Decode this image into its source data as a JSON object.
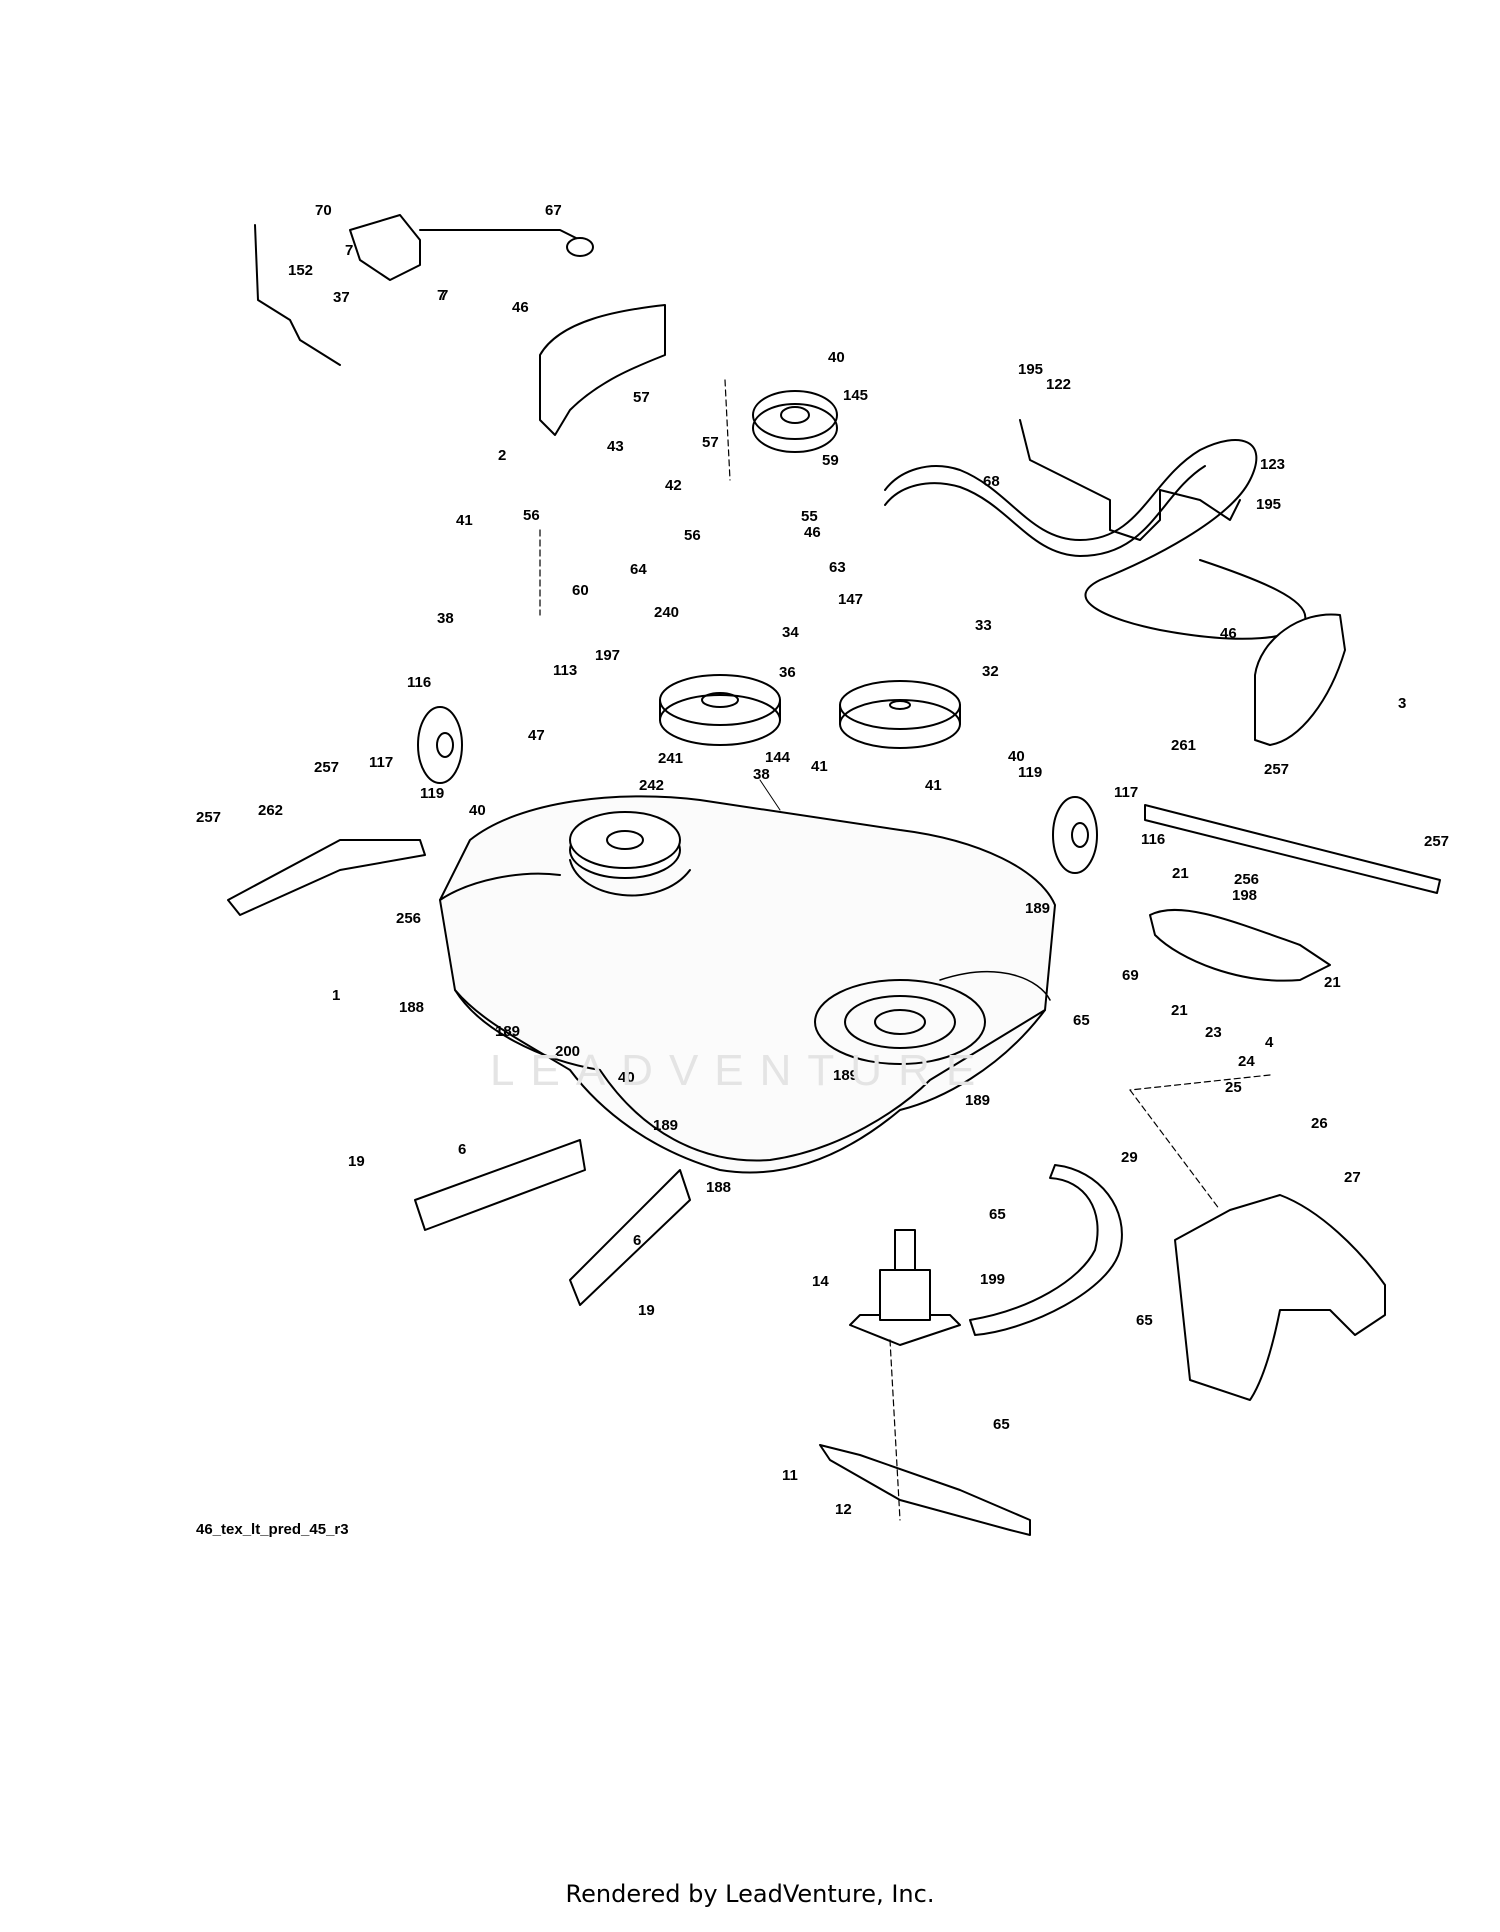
{
  "diagram": {
    "code": "46_tex_lt_pred_45_r3",
    "watermark": "LEADVENTURE",
    "footer": "Rendered by LeadVenture, Inc."
  },
  "part_labels": [
    "70",
    "67",
    "7",
    "7",
    "152",
    "37",
    "7",
    "46",
    "2",
    "57",
    "43",
    "42",
    "56",
    "60",
    "40",
    "145",
    "57",
    "59",
    "55",
    "46",
    "56",
    "64",
    "63",
    "147",
    "240",
    "34",
    "197",
    "36",
    "113",
    "47",
    "241",
    "242",
    "144",
    "68",
    "195",
    "122",
    "123",
    "195",
    "46",
    "3",
    "33",
    "32",
    "41",
    "38",
    "116",
    "117",
    "119",
    "40",
    "257",
    "262",
    "257",
    "256",
    "1",
    "188",
    "189",
    "200",
    "40",
    "189",
    "188",
    "41",
    "38",
    "41",
    "40",
    "119",
    "117",
    "116",
    "261",
    "257",
    "257",
    "256",
    "21",
    "198",
    "189",
    "69",
    "21",
    "4",
    "65",
    "21",
    "23",
    "24",
    "25",
    "189",
    "189",
    "26",
    "27",
    "29",
    "65",
    "6",
    "19",
    "6",
    "19",
    "14",
    "199",
    "65",
    "65",
    "11",
    "12"
  ]
}
